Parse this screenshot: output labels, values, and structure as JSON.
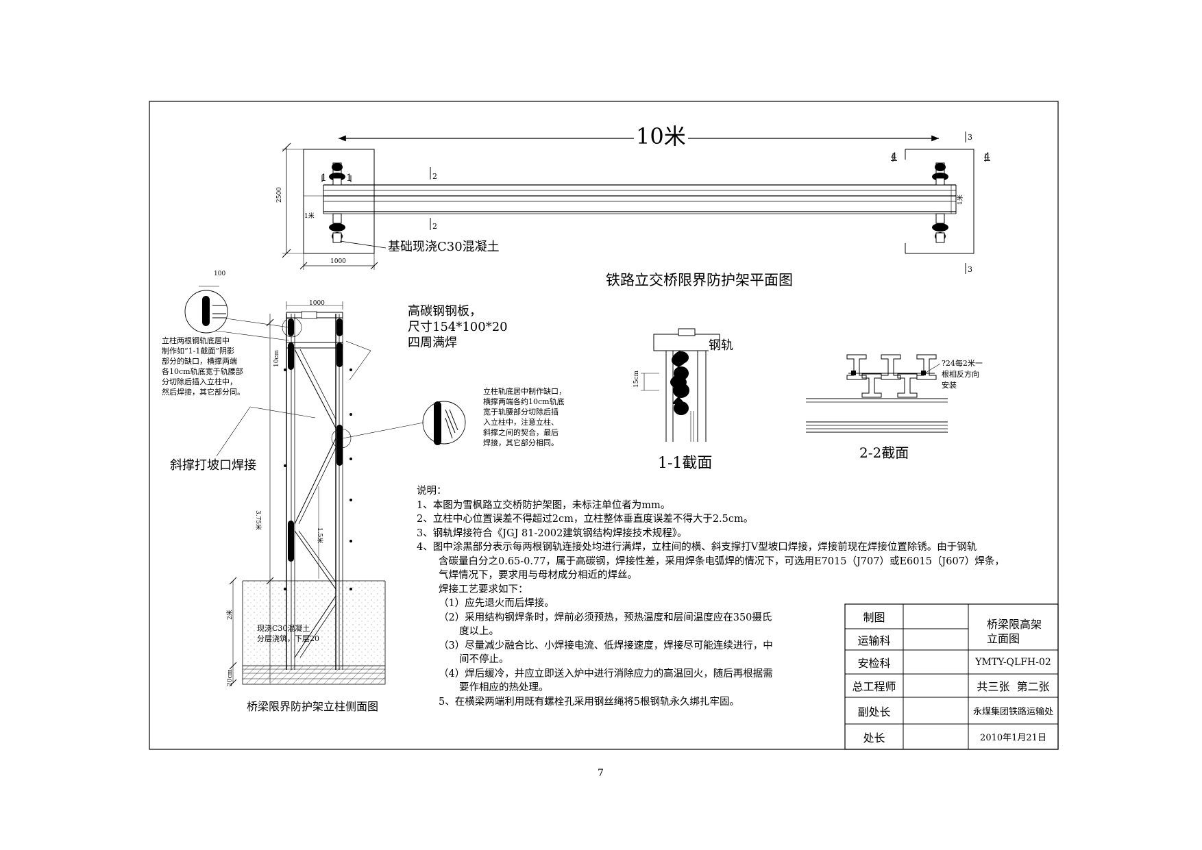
{
  "plan": {
    "title": "铁路立交桥限界防护架平面图",
    "span_label": "10米",
    "foundation_label": "基础现浇C30混凝土",
    "dim_2500": "2500",
    "dim_1000": "1000",
    "dim_1m_left": "1米",
    "dim_1m_right": "1米",
    "sec_1a": "1",
    "sec_1b": "1",
    "sec_2a": "2",
    "sec_2b": "2",
    "sec_3a": "3",
    "sec_3b": "3",
    "sec_4a": "4",
    "sec_4b": "4"
  },
  "elevation": {
    "title": "桥梁限界防护架立柱侧面图",
    "plate_note": [
      "高碳钢钢板，",
      "尺寸154*100*20",
      "四周满焊"
    ],
    "brace_note": "斜撑打坡口焊接",
    "detail_left_note": [
      "立柱两根钢轨底居中",
      "制作如“1-1截面”阴影",
      "部分的缺口，横撑两端",
      "各10cm轨底宽于轨腰部",
      "分切除后插入立柱中，",
      "然后焊接，其它部分同。"
    ],
    "detail_right_note": [
      "立柱轨底居中制作缺口，",
      "横撑两端各约10cm轨底",
      "宽于轨腰部分切除后插",
      "入立柱中，注意立柱、",
      "斜撑之间的契合，最后",
      "焊接，其它部分相同。"
    ],
    "dim_100": "100",
    "dim_1000": "1000",
    "dim_10cm": "10cm",
    "dim_375": "3.75米",
    "dim_15": "1.5米",
    "dim_2m": "2米",
    "dim_20cm": "20cm",
    "concrete_note": [
      "现浇C30混凝土",
      "分层浇筑，下层20"
    ]
  },
  "section11": {
    "title": "1-1截面",
    "rail_label": "钢轨",
    "dim_15cm": "15cm"
  },
  "section22": {
    "title": "2-2截面",
    "bolt_note": [
      "?24每2米一",
      "根相反方向",
      "安装"
    ]
  },
  "notes": {
    "heading": "说明：",
    "items": [
      "1、本图为雪枫路立交桥防护架图，未标注单位者为mm。",
      "2、立柱中心位置误差不得超过2cm，立柱整体垂直度误差不得大于2.5cm。",
      "3、钢轨焊接符合《JGJ 81-2002建筑钢结构焊接技术规程》。",
      "4、图中涂黑部分表示每两根钢轨连接处均进行满焊，立柱间的横、斜支撑打V型坡口焊接，焊接前现在焊接位置除锈。由于钢轨",
      "含碳量白分之0.65-0.77，属于高碳钢，焊接性差，采用焊条电弧焊的情况下，可选用E7015（J707）或E6015（J607）焊条，",
      "气焊情况下，要求用与母材成分相近的焊丝。",
      "焊接工艺要求如下：",
      "（1）应先退火而后焊接。",
      "（2）采用结构钢焊条时，焊前必须预热，预热温度和层间温度应在350摄氏",
      "度以上。",
      "（3）尽量减少融合比、小焊接电流、低焊接速度，焊接尽可能连续进行，中",
      "间不停止。",
      "（4）焊后缓冷，并应立即送入炉中进行消除应力的高温回火，随后再根据需",
      "要作相应的热处理。",
      "5、在横梁两端利用既有螺栓孔采用钢丝绳将5根钢轨永久绑扎牢固。"
    ]
  },
  "title_block": {
    "rows": [
      "制图",
      "运输科",
      "安检科",
      "总工程师",
      "副处长",
      "处长"
    ],
    "drawing_name": [
      "桥梁限高架",
      "立面图"
    ],
    "drawing_no": "YMTY-QLFH-02",
    "sheet": "共三张  第二张",
    "company": "永煤集团铁路运输处",
    "date": "2010年1月21日"
  },
  "page_number": "7"
}
